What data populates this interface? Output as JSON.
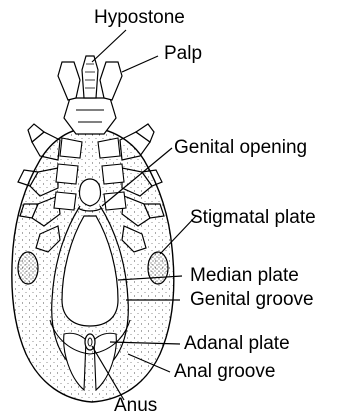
{
  "labels": {
    "hypostome": "Hypostone",
    "palp": "Palp",
    "genital_opening": "Genital opening",
    "stigmatal_plate": "Stigmatal plate",
    "median_plate": "Median plate",
    "genital_groove": "Genital groove",
    "adanal_plate": "Adanal plate",
    "anal_groove": "Anal groove",
    "anus": "Anus"
  },
  "colors": {
    "ink": "#000000",
    "background": "#ffffff"
  }
}
